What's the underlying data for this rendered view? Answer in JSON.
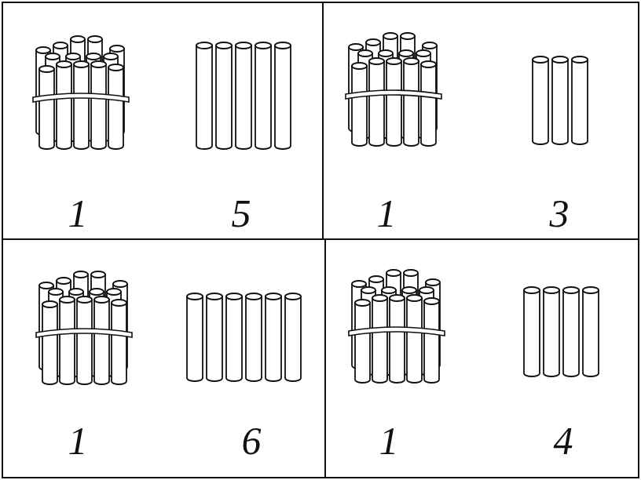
{
  "diagram": {
    "nodes": [
      {
        "text": [
          "1",
          "5"
        ]
      },
      {
        "text": [
          "1",
          "3"
        ]
      },
      {
        "text": [
          "1",
          "6"
        ]
      },
      {
        "text": [
          "1",
          "4"
        ]
      }
    ]
  }
}
